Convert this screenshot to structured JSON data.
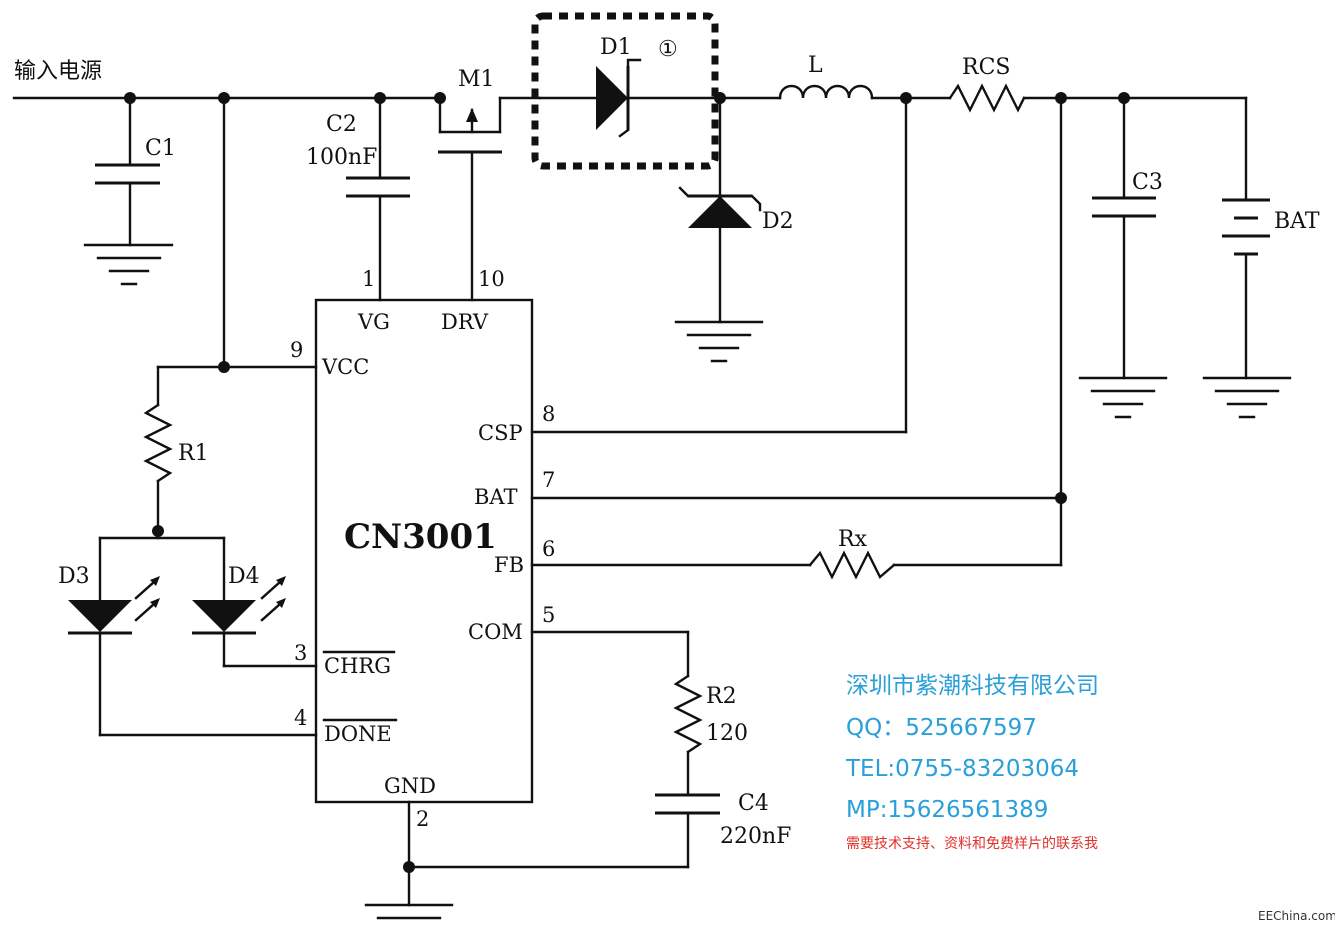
{
  "input_label": "输入电源",
  "components": {
    "c1": "C1",
    "c2": "C2",
    "c2_value": "100nF",
    "m1": "M1",
    "d1": "D1",
    "d1_marker": "①",
    "d2": "D2",
    "l": "L",
    "rcs": "RCS",
    "c3": "C3",
    "bat": "BAT",
    "r1": "R1",
    "d3": "D3",
    "d4": "D4",
    "rx": "Rx",
    "r2": "R2",
    "r2_value": "120",
    "c4": "C4",
    "c4_value": "220nF"
  },
  "chip": {
    "name": "CN3001",
    "pins": {
      "vg": {
        "num": "1",
        "label": "VG"
      },
      "drv": {
        "num": "10",
        "label": "DRV"
      },
      "vcc": {
        "num": "9",
        "label": "VCC"
      },
      "csp": {
        "num": "8",
        "label": "CSP"
      },
      "bat": {
        "num": "7",
        "label": "BAT"
      },
      "fb": {
        "num": "6",
        "label": "FB"
      },
      "com": {
        "num": "5",
        "label": "COM"
      },
      "chrg": {
        "num": "3",
        "label": "CHRG"
      },
      "done": {
        "num": "4",
        "label": "DONE"
      },
      "gnd": {
        "num": "2",
        "label": "GND"
      }
    }
  },
  "company": {
    "name": "深圳市紫潮科技有限公司",
    "qq": "QQ：525667597",
    "tel": "TEL:0755-83203064",
    "mp": "MP:15626561389",
    "note": "需要技术支持、资料和免费样片的联系我"
  },
  "watermark": "EEChina.com",
  "colors": {
    "company_text": "#2a9fd8",
    "note_text": "#e0302a"
  }
}
